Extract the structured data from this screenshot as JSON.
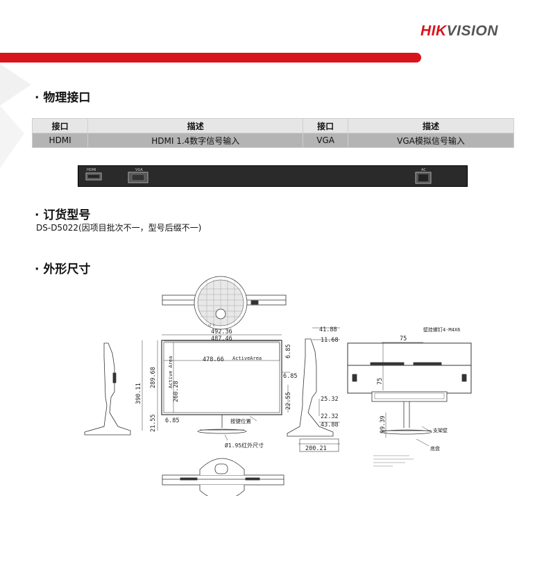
{
  "brand": {
    "name_part1": "HIK",
    "name_part2": "VISION"
  },
  "sections": {
    "interfaces": "物理接口",
    "ordering": "订货型号",
    "dimensions": "外形尺寸"
  },
  "ports_table": {
    "headers": [
      "接口",
      "描述",
      "接口",
      "描述"
    ],
    "row": [
      "HDMI",
      "HDMI 1.4数字信号输入",
      "VGA",
      "VGA模拟信号输入"
    ]
  },
  "port_strip": {
    "hdmi_label": "HDMI",
    "vga_label": "VGA",
    "ac_label": "AC"
  },
  "ordering": {
    "model_text": "DS-D5022(因项目批次不一，型号后缀不一)"
  },
  "drawing": {
    "dim_492": "492.36",
    "dim_487": "487.46",
    "dim_478": "478.66",
    "active_area": "ActiveArea",
    "active_area_v": "Active Area",
    "dim_289": "289.68",
    "dim_390": "390.11",
    "dim_260": "260.28",
    "dim_21": "21.55",
    "dim_685a": "6.85",
    "dim_685b": "6.85",
    "dim_685c": "6.85",
    "dim_2255": "22.55",
    "dim_4188": "41.88",
    "dim_1168": "11.68",
    "dim_2532": "25.32",
    "dim_2232": "22.32",
    "dim_4388": "43.88",
    "dim_20021": "200.21",
    "button_pos": "按键位置",
    "ir_size": "Ø1.95红外尺寸",
    "wall_screw": "壁挂螺钉4-M4X6",
    "dim_75a": "75",
    "dim_75b": "75",
    "dim_9939": "99.39",
    "stand": "支架壁",
    "base": "底盘"
  }
}
